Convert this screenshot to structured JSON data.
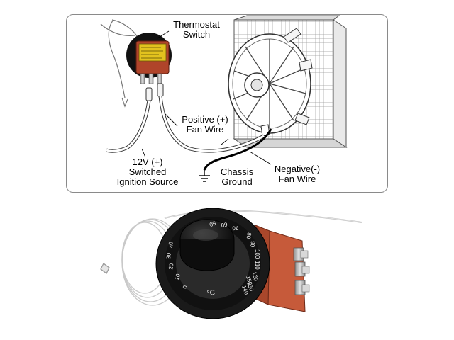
{
  "labels": {
    "thermostat_line1": "Thermostat",
    "thermostat_line2": "Switch",
    "positive_line1": "Positive (+)",
    "positive_line2": "Fan Wire",
    "ignition_line1": "12V (+)",
    "ignition_line2": "Switched",
    "ignition_line3": "Ignition Source",
    "chassis_line1": "Chassis",
    "chassis_line2": "Ground",
    "negative_line1": "Negative(-)",
    "negative_line2": "Fan Wire"
  },
  "dial": {
    "unit": "°C",
    "scale": [
      "0",
      "10",
      "20",
      "30",
      "40",
      "50",
      "60",
      "70",
      "80",
      "90",
      "100",
      "110",
      "120",
      "130",
      "140",
      "150"
    ]
  },
  "colors": {
    "switch_body": "#b0442a",
    "switch_label": "#e2c21e",
    "dial_black": "#111111",
    "terminal_metal": "#b8b8b8",
    "capillary": "#c9c9c9"
  }
}
